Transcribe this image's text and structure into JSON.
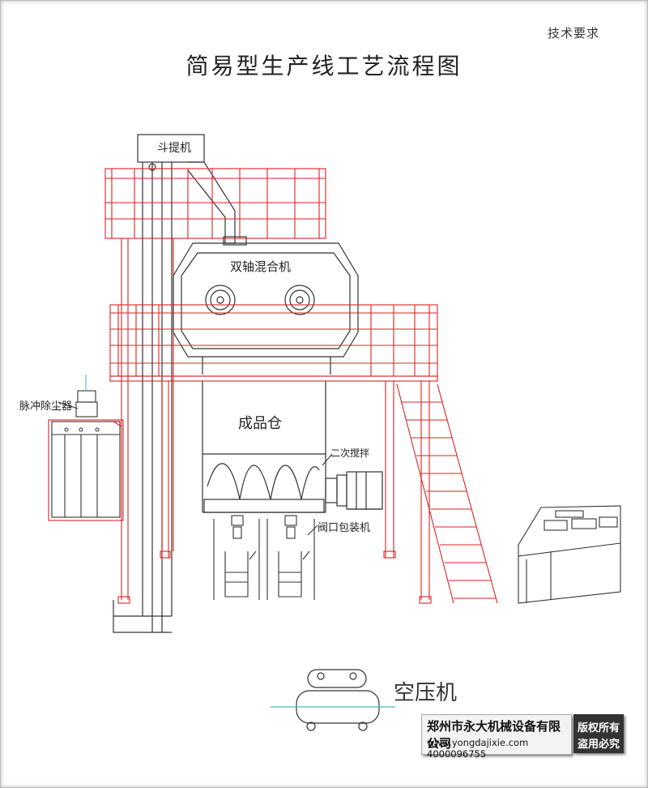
{
  "header": {
    "top_note": "技术要求",
    "title": "简易型生产线工艺流程图"
  },
  "labels": {
    "bucket_elevator": "斗提机",
    "twin_shaft_mixer": "双轴混合机",
    "product_silo": "成品仓",
    "pulse_dust_collector": "脉冲除尘器",
    "secondary_mixing": "二次搅拌",
    "valve_packer": "阀口包装机",
    "air_compressor": "空压机"
  },
  "footer": {
    "company_name": "郑州市永大机械设备有限公司",
    "website_phone": "www.yongdajixie.com  4000096755",
    "rights_line1": "版权所有",
    "rights_line2": "盗用必究"
  },
  "colors": {
    "frame_red": "#dd2222",
    "line_black": "#333333",
    "cyan": "#44bbcc"
  }
}
